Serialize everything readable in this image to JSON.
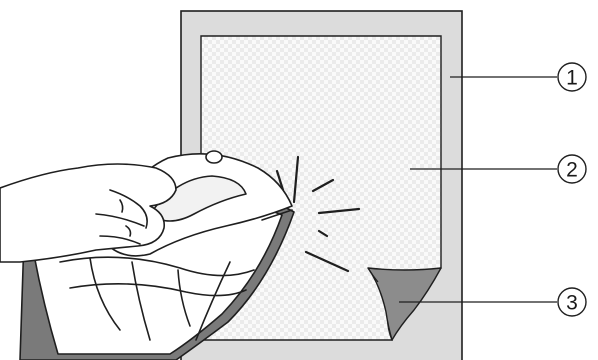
{
  "callouts": [
    {
      "number": "1",
      "target": "backing-panel"
    },
    {
      "number": "2",
      "target": "transfer-sheet"
    },
    {
      "number": "3",
      "target": "peeled-corner"
    }
  ],
  "colors": {
    "panel_fill": "#dcdcdc",
    "outline": "#1f1f1f",
    "sheet_fill": "#fafafa",
    "checker": "#ebebeb",
    "corner_fill": "#8c8c8c",
    "iron_soleplate": "#7a7a7a",
    "iron_body": "#ffffff"
  },
  "icons": {
    "iron": "clothes-iron-icon",
    "hand": "hand-icon",
    "heat_lines": "heat-burst-icon"
  }
}
